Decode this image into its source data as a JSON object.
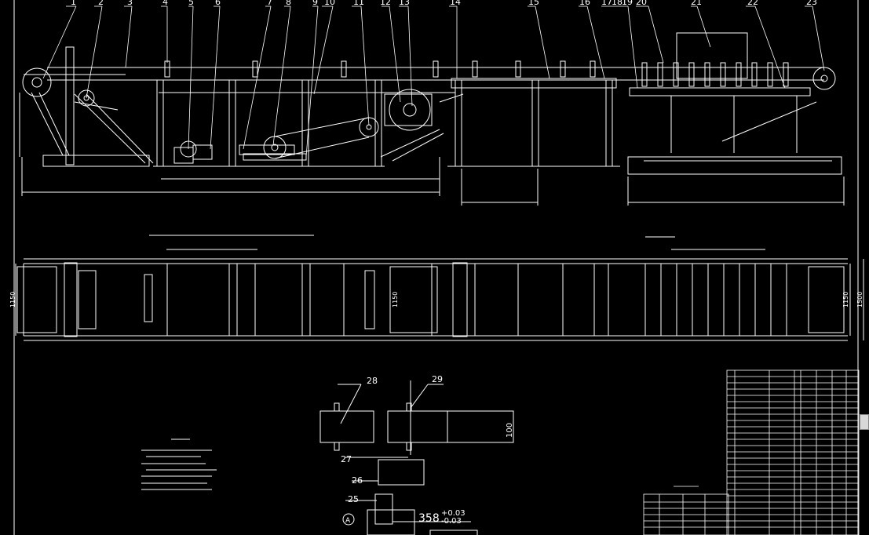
{
  "balloons": [
    "1",
    "2",
    "3",
    "4",
    "5",
    "6",
    "7",
    "8",
    "9",
    "10",
    "11",
    "12",
    "13",
    "14",
    "15",
    "16",
    "17",
    "18",
    "19",
    "20",
    "21",
    "22",
    "23"
  ],
  "detail_balloons": [
    "28",
    "29",
    "27",
    "26",
    "25"
  ],
  "dims": {
    "d358": "358",
    "tol_plus": "+0.03",
    "tol_minus": "-0.03",
    "w1150_left": "1150",
    "w1150_mid": "1150",
    "w1150_right": "1150",
    "w1500": "1500",
    "h100": "100",
    "datum": "A"
  },
  "colors": {
    "background": "#000000",
    "line": "#ffffff",
    "scrollbar": "#d8d8d8"
  }
}
